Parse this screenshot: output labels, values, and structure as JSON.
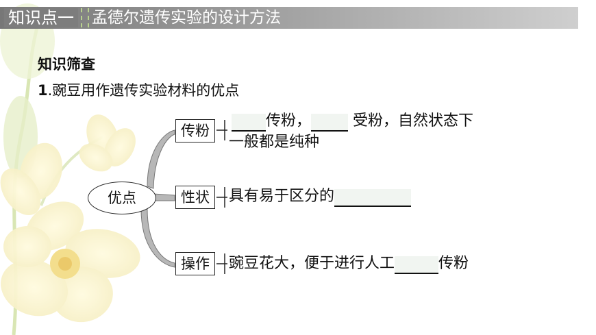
{
  "header": {
    "tag": "知识点一",
    "title": "孟德尔遗传实验的设计方法"
  },
  "section_heading": "知识筛查",
  "question": {
    "number": "1",
    "text": ".豌豆用作遗传实验材料的优点"
  },
  "diagram": {
    "center": "优点",
    "branches": [
      {
        "label": "传粉",
        "line1_parts": [
          "传粉，",
          " 受粉，自然状态下"
        ],
        "line2": "一般都是纯种"
      },
      {
        "label": "性状",
        "text": "具有易于区分的"
      },
      {
        "label": "操作",
        "text_before": "豌豆花大，便于进行人工",
        "text_after": "传粉"
      }
    ]
  }
}
